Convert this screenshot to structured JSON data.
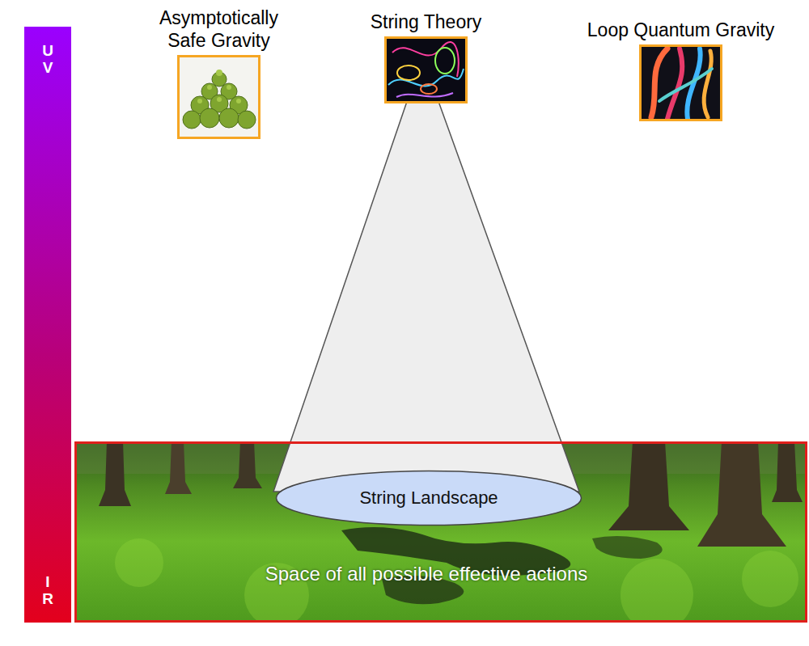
{
  "diagram": {
    "nodes": [
      {
        "text": [
          "U V",
          "I R"
        ]
      },
      {
        "text": [
          "Asymptotically Safe Gravity"
        ]
      },
      {
        "text": [
          "String Theory"
        ]
      },
      {
        "text": [
          "Loop Quantum Gravity"
        ]
      },
      {
        "text": [
          "Space of all possible effective actions"
        ]
      },
      {
        "text": [
          "String Landscape"
        ],
        "in": 4
      }
    ]
  }
}
